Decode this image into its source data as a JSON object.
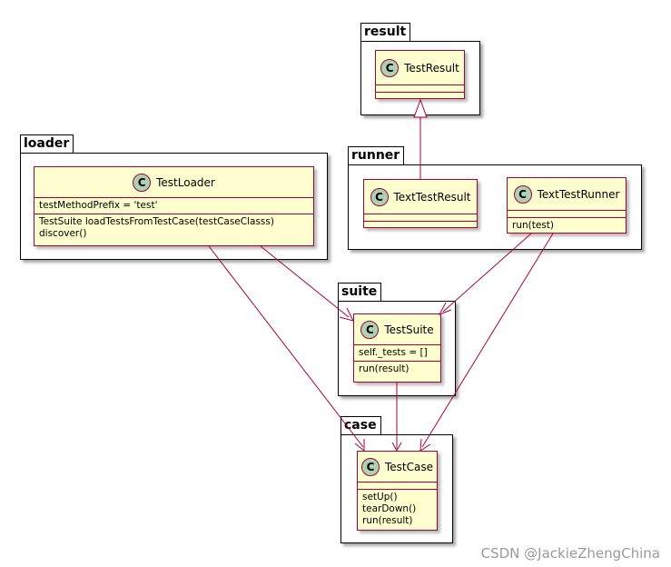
{
  "packages": {
    "result": "result",
    "loader": "loader",
    "runner": "runner",
    "suite": "suite",
    "case": "case"
  },
  "classes": {
    "test_result": {
      "stereotype": "C",
      "name": "TestResult"
    },
    "test_loader": {
      "stereotype": "C",
      "name": "TestLoader",
      "fields": [
        "testMethodPrefix = 'test'"
      ],
      "methods": [
        "TestSuite loadTestsFromTestCase(testCaseClasss)",
        "discover()"
      ]
    },
    "text_test_result": {
      "stereotype": "C",
      "name": "TextTestResult"
    },
    "text_test_runner": {
      "stereotype": "C",
      "name": "TextTestRunner",
      "methods": [
        "run(test)"
      ]
    },
    "test_suite": {
      "stereotype": "C",
      "name": "TestSuite",
      "fields": [
        "self._tests = []"
      ],
      "methods": [
        "run(result)"
      ]
    },
    "test_case": {
      "stereotype": "C",
      "name": "TestCase",
      "methods": [
        "setUp()",
        "tearDown()",
        "run(result)"
      ]
    }
  },
  "relations": [
    {
      "from": "TextTestResult",
      "to": "TestResult",
      "kind": "inheritance"
    },
    {
      "from": "TestLoader",
      "to": "TestSuite",
      "kind": "dependency"
    },
    {
      "from": "TestLoader",
      "to": "TestCase",
      "kind": "dependency"
    },
    {
      "from": "TextTestRunner",
      "to": "TestSuite",
      "kind": "dependency"
    },
    {
      "from": "TextTestRunner",
      "to": "TestCase",
      "kind": "dependency"
    },
    {
      "from": "TestSuite",
      "to": "TestCase",
      "kind": "dependency"
    }
  ],
  "colors": {
    "class_fill": "#fefece",
    "class_border": "#a80036",
    "stereotype_circle": "#add1b2",
    "arrow": "#a80036"
  },
  "watermark": "CSDN @JackieZhengChina"
}
